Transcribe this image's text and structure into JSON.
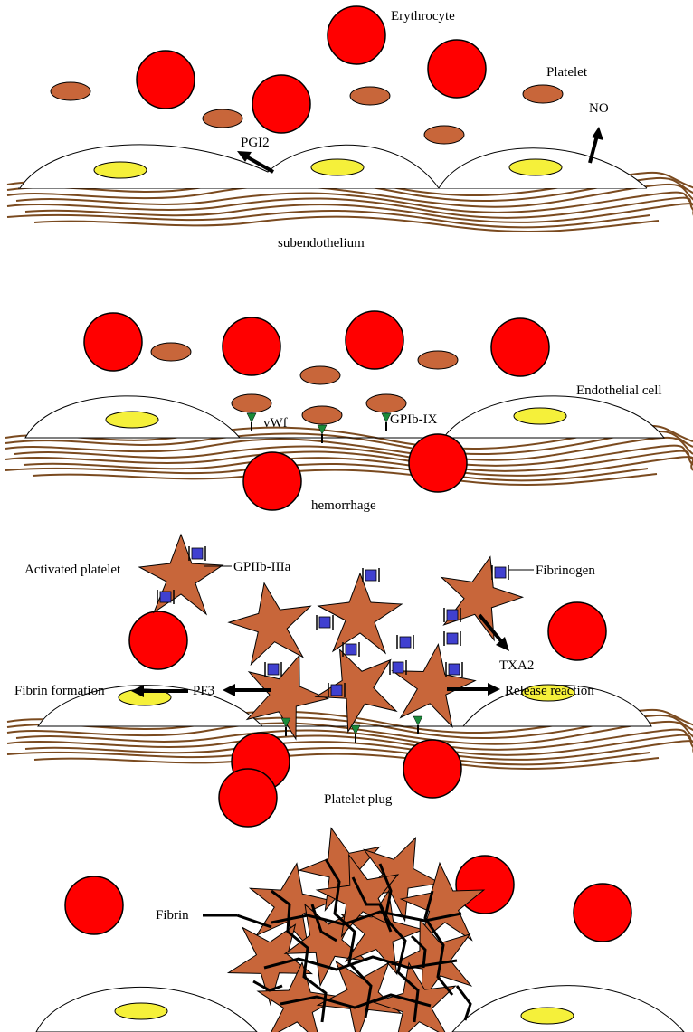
{
  "panel1": {
    "erythrocyte": "Erythrocyte",
    "platelet": "Platelet",
    "no": "NO",
    "pgi2": "PGI2",
    "subendothelium": "subendothelium"
  },
  "panel2": {
    "endothelial_cell": "Endothelial cell",
    "vwf": "vWf",
    "gpib_ix": "GPIb-IX",
    "hemorrhage": "hemorrhage"
  },
  "panel3": {
    "activated_platelet": "Activated platelet",
    "gpiib_iiia": "GPIIb-IIIa",
    "fibrinogen": "Fibrinogen",
    "txa2": "TXA2",
    "fibrin_formation": "Fibrin formation",
    "pf3": "PF3",
    "release_reaction": "Release reaction"
  },
  "panel4": {
    "platelet_plug": "Platelet plug",
    "fibrin": "Fibrin"
  },
  "colors": {
    "erythrocyte": "#ff0000",
    "platelet": "#c8663a",
    "nucleus": "#f5f03a",
    "fiber": "#7a4a1f",
    "receptor_green": "#1a8a3a",
    "integrin_blue": "#4040d0"
  }
}
